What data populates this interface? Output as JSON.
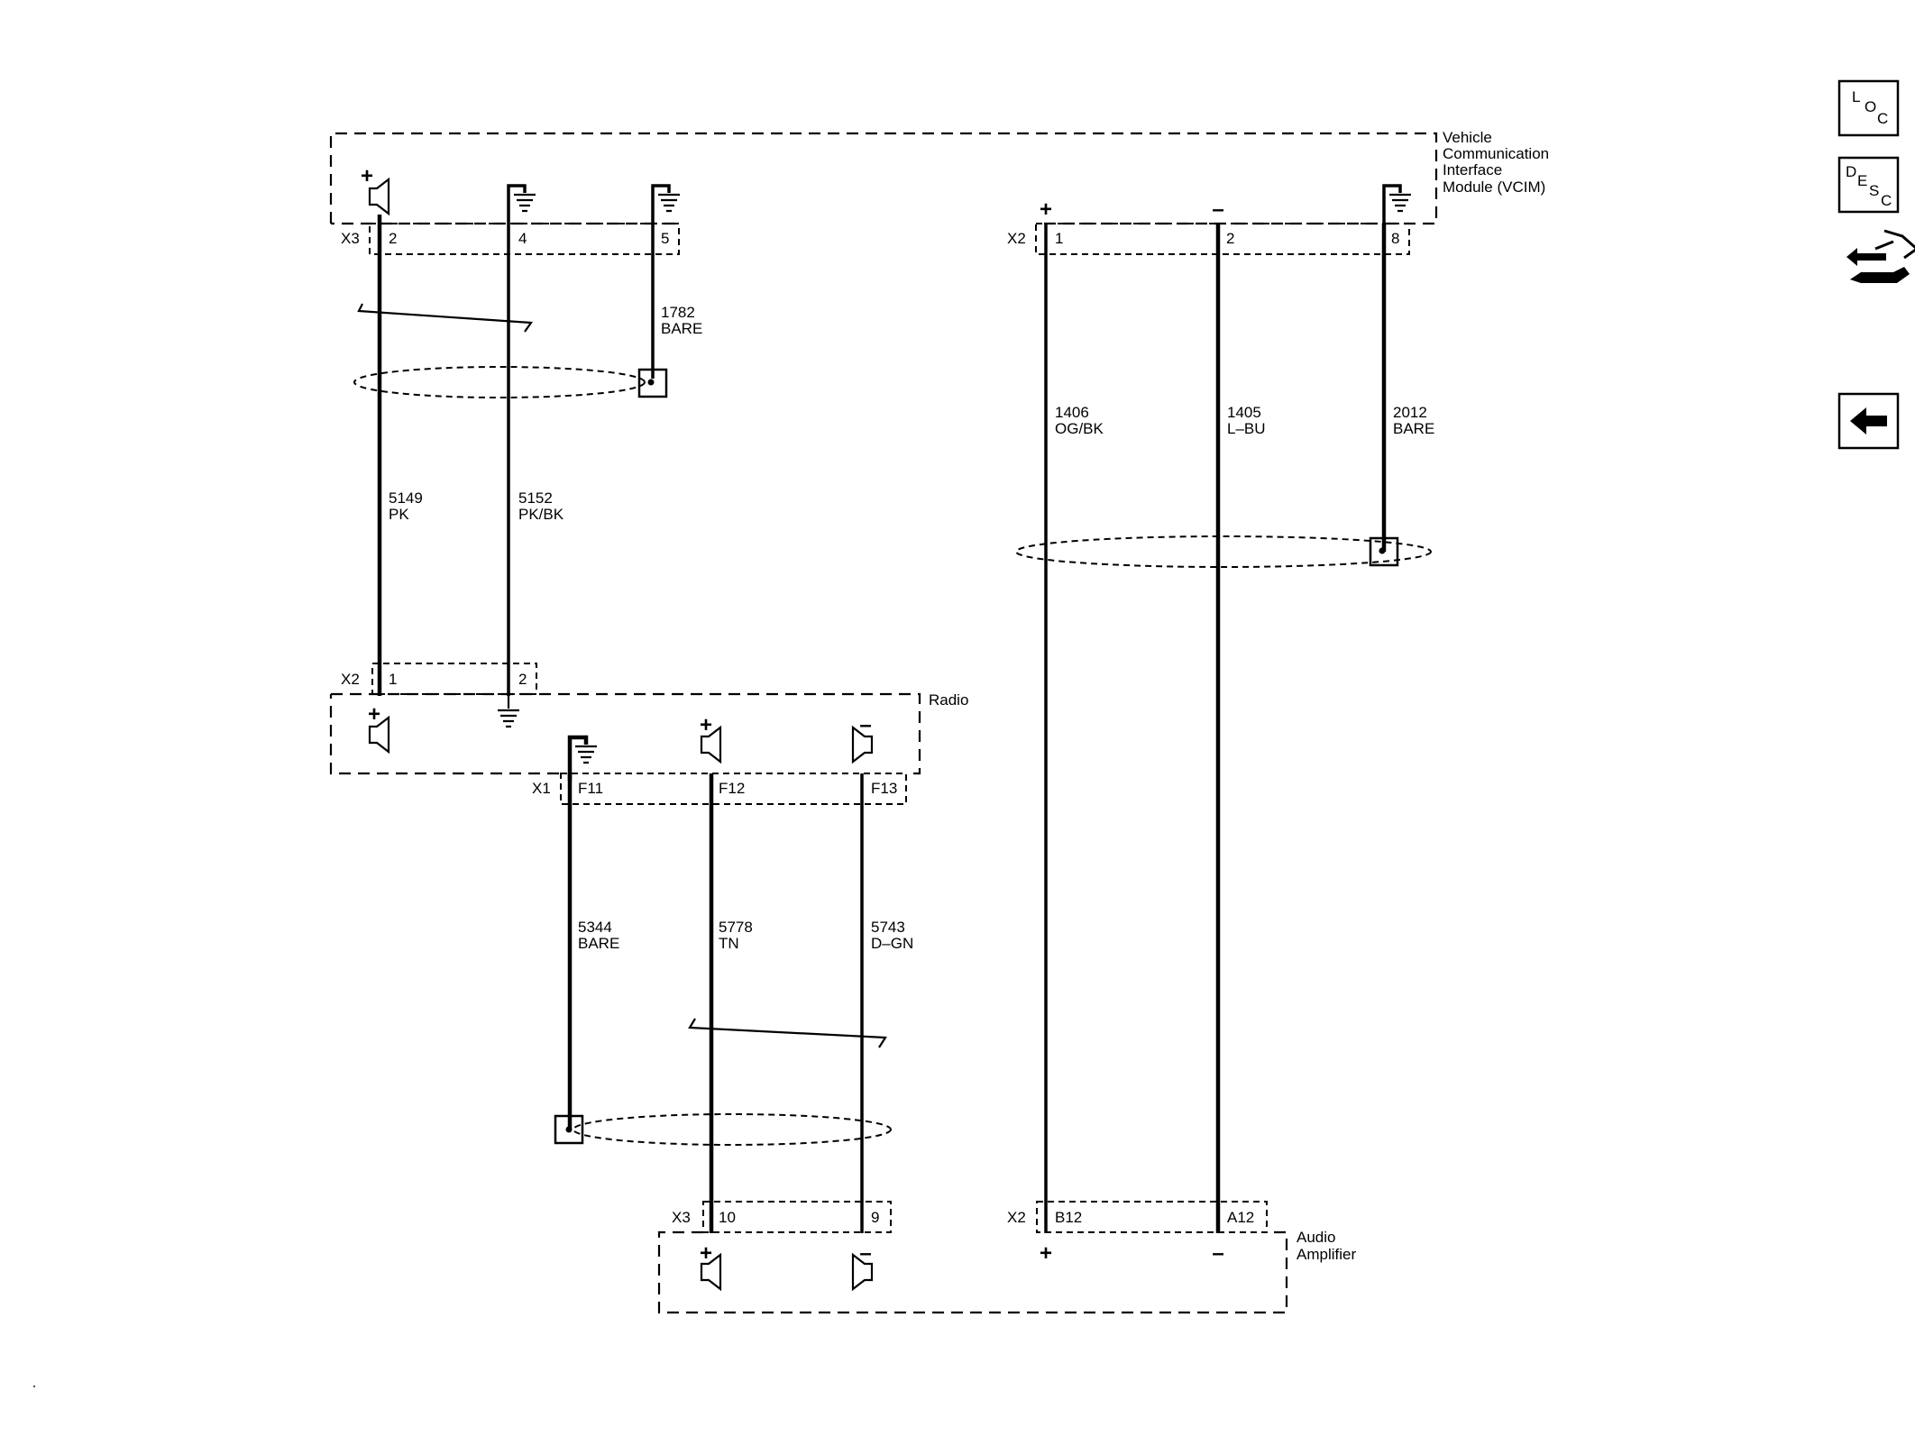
{
  "modules": {
    "vcim": {
      "name_lines": [
        "Vehicle",
        "Communication",
        "Interface",
        "Module (VCIM)"
      ]
    },
    "radio": {
      "name": "Radio"
    },
    "amp": {
      "name_lines": [
        "Audio",
        "Amplifier"
      ]
    }
  },
  "connectors": {
    "vcim_x3": {
      "id": "X3",
      "pins": [
        "2",
        "4",
        "5"
      ]
    },
    "vcim_x2": {
      "id": "X2",
      "pins": [
        "1",
        "2",
        "8"
      ]
    },
    "radio_x2": {
      "id": "X2",
      "pins": [
        "1",
        "2"
      ]
    },
    "radio_x1": {
      "id": "X1",
      "pins": [
        "F11",
        "F12",
        "F13"
      ]
    },
    "amp_x3": {
      "id": "X3",
      "pins": [
        "10",
        "9"
      ]
    },
    "amp_x2": {
      "id": "X2",
      "pins": [
        "B12",
        "A12"
      ]
    }
  },
  "signs": {
    "plus": "+",
    "minus": "–"
  },
  "wires": [
    {
      "circuit": "5149",
      "color": "PK"
    },
    {
      "circuit": "5152",
      "color": "PK/BK"
    },
    {
      "circuit": "1782",
      "color": "BARE"
    },
    {
      "circuit": "1406",
      "color": "OG/BK"
    },
    {
      "circuit": "1405",
      "color": "L–BU"
    },
    {
      "circuit": "2012",
      "color": "BARE"
    },
    {
      "circuit": "5344",
      "color": "BARE"
    },
    {
      "circuit": "5778",
      "color": "TN"
    },
    {
      "circuit": "5743",
      "color": "D–GN"
    }
  ],
  "nav": {
    "loc": {
      "l1": "L",
      "l2": "O",
      "l3": "C"
    },
    "desc": {
      "l1": "D",
      "l2": "E",
      "l3": "S",
      "l4": "C"
    },
    "icons": [
      "connector-end-view-icon",
      "back-arrow-icon"
    ]
  }
}
